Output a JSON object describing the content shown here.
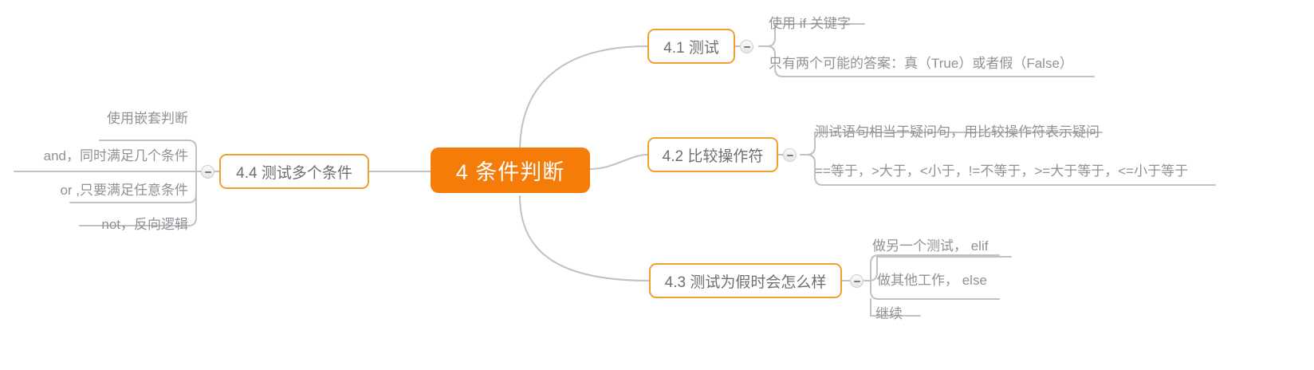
{
  "diagram": {
    "type": "mind-map",
    "title": "4 条件判断",
    "colors": {
      "root_fill": "#f57c09",
      "root_text": "#ffffff",
      "branch_border": "#f0a030",
      "branch_text": "#6d6f74",
      "leaf_text": "#8f9296",
      "connector": "#bfc1c3",
      "background": "#ffffff"
    },
    "root": {
      "label": "4 条件判断"
    },
    "branches": [
      {
        "id": "4.1",
        "label": "4.1 测试",
        "side": "right",
        "toggle": "collapse-minus",
        "children": [
          {
            "label": "使用 if 关键字"
          },
          {
            "label": "只有两个可能的答案：真（True）或者假（False）"
          }
        ]
      },
      {
        "id": "4.2",
        "label": "4.2 比较操作符",
        "side": "right",
        "toggle": "collapse-minus",
        "children": [
          {
            "label": "测试语句相当于疑问句，用比较操作符表示疑问"
          },
          {
            "label": "==等于，>大于，<小于，!=不等于，>=大于等于，<=小于等于"
          }
        ]
      },
      {
        "id": "4.3",
        "label": "4.3 测试为假时会怎么样",
        "side": "right",
        "toggle": "collapse-minus",
        "children": [
          {
            "label": "做另一个测试， elif"
          },
          {
            "label": "做其他工作， else"
          },
          {
            "label": "继续"
          }
        ]
      },
      {
        "id": "4.4",
        "label": "4.4 测试多个条件",
        "side": "left",
        "toggle": "collapse-minus",
        "children": [
          {
            "label": "使用嵌套判断"
          },
          {
            "label": "and，同时满足几个条件"
          },
          {
            "label": "or ,只要满足任意条件"
          },
          {
            "label": "not，反向逻辑"
          }
        ]
      }
    ]
  }
}
